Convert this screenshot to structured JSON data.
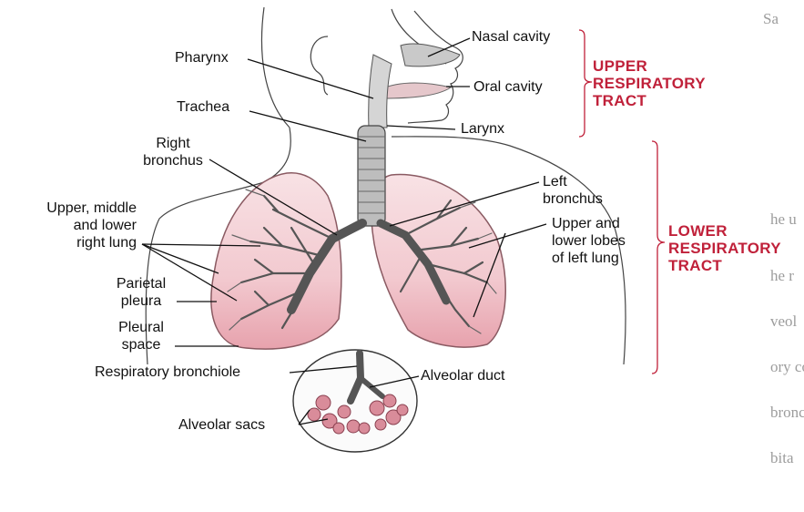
{
  "labels": {
    "nasal_cavity": "Nasal cavity",
    "pharynx": "Pharynx",
    "oral_cavity": "Oral cavity",
    "trachea": "Trachea",
    "larynx": "Larynx",
    "right_bronchus": [
      "Right",
      "bronchus"
    ],
    "left_bronchus": [
      "Left",
      "bronchus"
    ],
    "upper_middle_lower": [
      "Upper, middle",
      "and lower",
      "right lung"
    ],
    "upper_lower_lobes": [
      "Upper and",
      "lower lobes",
      "of left lung"
    ],
    "parietal_pleura": [
      "Parietal",
      "pleura"
    ],
    "pleural_space": [
      "Pleural",
      "space"
    ],
    "respiratory_bronchiole": "Respiratory bronchiole",
    "alveolar_duct": "Alveolar duct",
    "alveolar_sacs": "Alveolar sacs"
  },
  "regions": {
    "upper": [
      "UPPER",
      "RESPIRATORY",
      "TRACT"
    ],
    "lower": [
      "LOWER",
      "RESPIRATORY",
      "TRACT"
    ]
  },
  "colors": {
    "region_label": "#c0213a",
    "lung_fill": "#f2c9cf",
    "lung_base": "#e9a7b1",
    "alveoli": "#d98c9a",
    "line": "#222222"
  }
}
